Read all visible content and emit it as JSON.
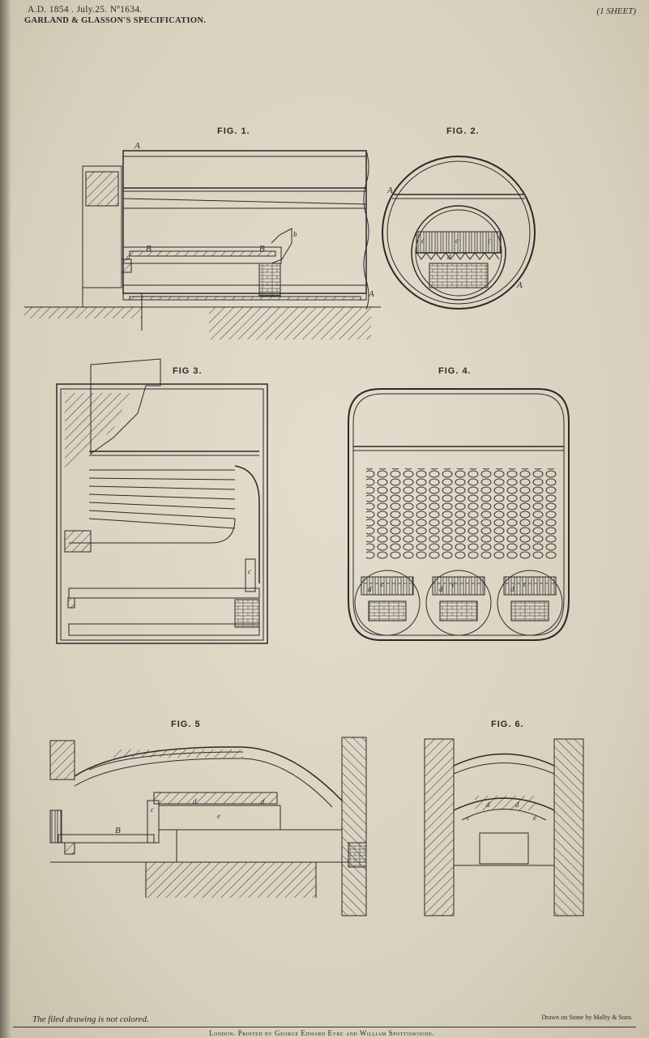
{
  "header": {
    "patent_ref": "A.D. 1854 . July.25. Nº1634.",
    "title": "GARLAND & GLASSON'S SPECIFICATION.",
    "sheet": "(1 SHEET)"
  },
  "figures": [
    {
      "id": "fig1",
      "label": "FIG. 1."
    },
    {
      "id": "fig2",
      "label": "FIG. 2."
    },
    {
      "id": "fig3",
      "label": "FIG 3."
    },
    {
      "id": "fig4",
      "label": "FIG. 4."
    },
    {
      "id": "fig5",
      "label": "FIG. 5"
    },
    {
      "id": "fig6",
      "label": "FIG. 6."
    }
  ],
  "letters": {
    "A": "A",
    "B": "B",
    "a": "a",
    "b": "b",
    "c": "c",
    "d": "d",
    "e": "e"
  },
  "footer": {
    "note": "The filed drawing is not colored.",
    "drawn_by": "Drawn on Stone by Malby & Sons.",
    "printed_by": "London. Printed by George Edward Eyre and William Spottiswoode."
  },
  "colors": {
    "ink": "#2a2a2a",
    "paper": "#ddd5c3"
  }
}
